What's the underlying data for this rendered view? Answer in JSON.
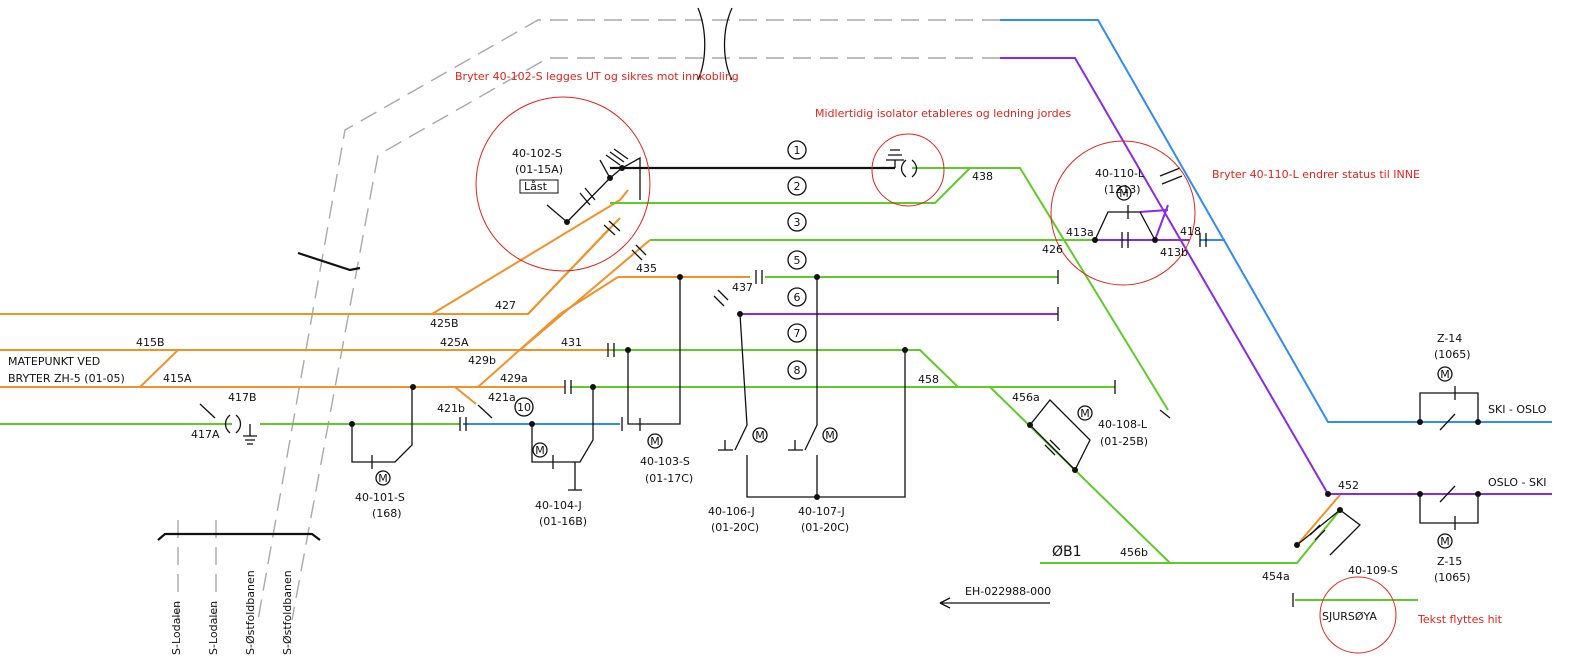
{
  "notes": {
    "note1": "Bryter 40-102-S legges UT og sikres mot innkobling",
    "note2": "Midlertidig isolator etableres og ledning jordes",
    "note3": "Bryter 40-110-L endrer status til INNE",
    "note4": "Tekst flyttes hit"
  },
  "feed_label_1": "MATEPUNKT VED",
  "feed_label_2": "BRYTER ZH-5 (01-05)",
  "track_numbers": [
    "1",
    "2",
    "3",
    "5",
    "6",
    "7",
    "8",
    "10"
  ],
  "sections": {
    "s427": "427",
    "s425B": "425B",
    "s425A": "425A",
    "s415B": "415B",
    "s415A": "415A",
    "s429b": "429b",
    "s429a": "429a",
    "s431": "431",
    "s435": "435",
    "s437": "437",
    "s438": "438",
    "s426": "426",
    "s413a": "413a",
    "s413b": "413b",
    "s418": "418",
    "s458": "458",
    "s456a": "456a",
    "s456b": "456b",
    "s454a": "454a",
    "s452": "452",
    "s417A": "417A",
    "s417B": "417B",
    "s421a": "421a",
    "s421b": "421b"
  },
  "switches": {
    "sw102_a": "40-102-S",
    "sw102_b": "(01-15A)",
    "sw102_lock": "Låst",
    "sw101_a": "40-101-S",
    "sw101_b": "(168)",
    "sw104_a": "40-104-J",
    "sw104_b": "(01-16B)",
    "sw103_a": "40-103-S",
    "sw103_b": "(01-17C)",
    "sw106_a": "40-106-J",
    "sw106_b": "(01-20C)",
    "sw107_a": "40-107-J",
    "sw107_b": "(01-20C)",
    "sw108_a": "40-108-L",
    "sw108_b": "(01-25B)",
    "sw110_a": "40-110-L",
    "sw110_b": "(1213)",
    "sw109": "40-109-S",
    "z14_a": "Z-14",
    "z14_b": "(1065)",
    "z15_a": "Z-15",
    "z15_b": "(1065)"
  },
  "motor_symbol": "M",
  "line_labels": {
    "ski_oslo": "SKI - OSLO",
    "oslo_ski": "OSLO - SKI",
    "ob1": "ØB1",
    "sjursoya": "SJURSØYA",
    "ref": "EH-022988-000"
  },
  "vertical_labels": [
    "S-Lodalen",
    "S-Lodalen",
    "S-Østfoldbanen",
    "S-Østfoldbanen"
  ]
}
